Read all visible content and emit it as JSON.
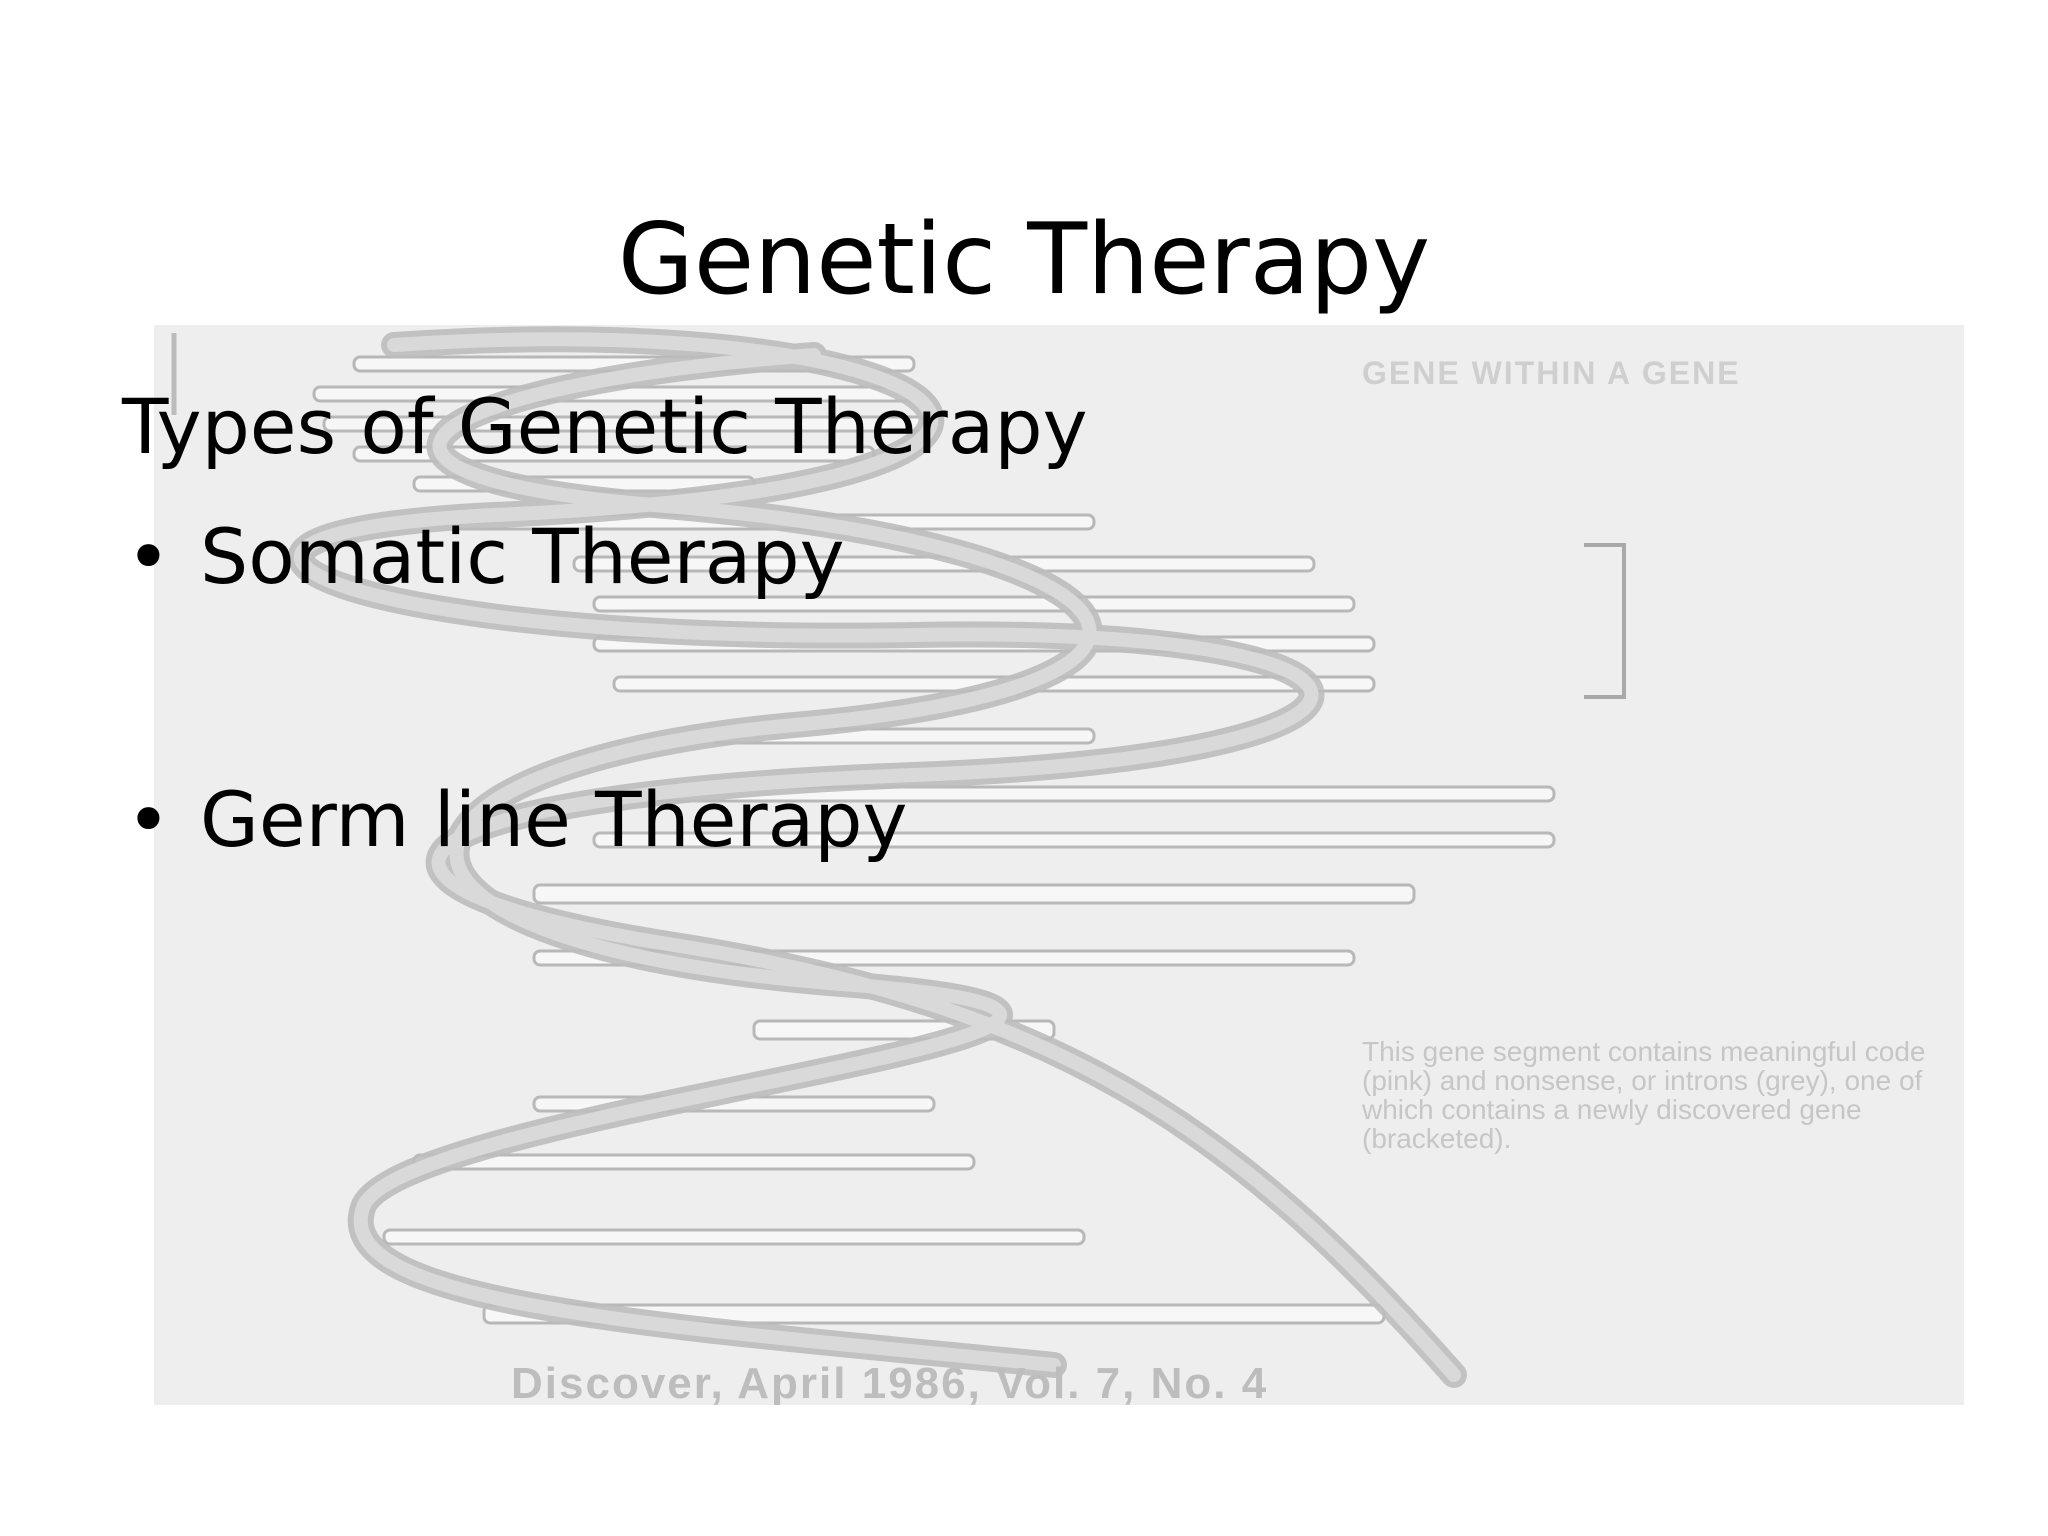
{
  "slide": {
    "title": "Genetic Therapy",
    "subheading": "Types of Genetic Therapy",
    "bullets": [
      {
        "symbol": "•",
        "text": "Somatic Therapy"
      },
      {
        "symbol": "•",
        "text": "Germ line Therapy"
      }
    ]
  },
  "figure": {
    "heading": "GENE WITHIN A GENE",
    "caption": "This gene segment contains meaningful code (pink) and nonsense, or introns (grey), one of which contains a newly discovered gene (bracketed).",
    "credit": "Discover, April 1986, Vol. 7, No. 4"
  }
}
